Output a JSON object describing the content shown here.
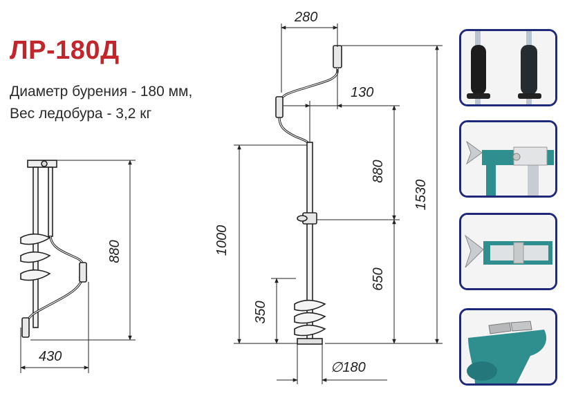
{
  "product": {
    "model": "ЛР-180Д",
    "spec_line1": "Диаметр бурения - 180 мм,",
    "spec_line2": "Вес ледобура - 3,2 кг"
  },
  "dimensions": {
    "handle_width": "280",
    "handle_offset": "130",
    "upper_length": "880",
    "total_length": "1530",
    "lower_section": "1000",
    "auger_section": "650",
    "screw_length": "350",
    "diameter": "∅180",
    "folded_length": "880",
    "folded_width": "430"
  },
  "photos": [
    {
      "name": "handle-grips-photo"
    },
    {
      "name": "wing-nut-clamp-photo"
    },
    {
      "name": "clamp-open-photo"
    },
    {
      "name": "auger-blade-photo"
    }
  ],
  "colors": {
    "title": "#c0262c",
    "photo_border": "#1e2a78",
    "teal_part": "#2f8f8f"
  }
}
